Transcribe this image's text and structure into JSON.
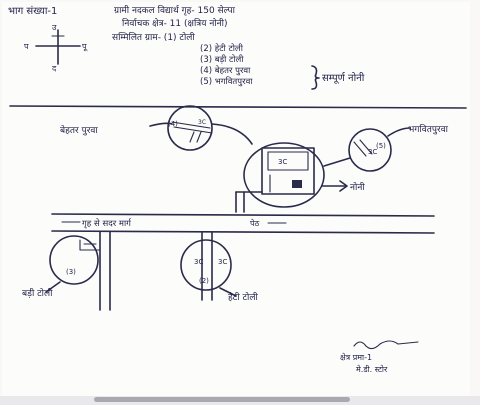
{
  "header": {
    "part_no": "भाग संख्या-1",
    "line1": "ग्रामी नदकल विद्यार्थ गृह- 150 सेल्पा",
    "line2": "निर्वाचक क्षेत्र- 11 (क्षत्रिय नोनी)",
    "line3": "सम्मिलित ग्राम- (1) टोली",
    "villages": [
      "(2) हेटी टोली",
      "(3) बड़ी टोली",
      "(4) बेहतर पुरवा",
      "(5) भगवितपुरवा"
    ],
    "brace_label": "सम्पूर्ण नोनी"
  },
  "compass": {
    "north": "उ",
    "south": "द",
    "east": "पू",
    "west": "प"
  },
  "map_labels": {
    "top_left": "बेहतर पुरवा",
    "top_right": "भगवितपुरवा",
    "center_right": "नोनी",
    "road": "गृह से सदर मार्ग",
    "road_arrow": "पेठ",
    "bottom_left": "बड़ी टोली",
    "bottom_center": "हेटी टोली",
    "circle_top_left": "(4)",
    "circle_top_right": "(5)",
    "circle_left": "(3)",
    "circle_center": "(2)",
    "center_box": "3C"
  },
  "signature": {
    "line1": "क्षेत्र प्रमा-1",
    "line2": "मे.डी. स्टोर"
  }
}
